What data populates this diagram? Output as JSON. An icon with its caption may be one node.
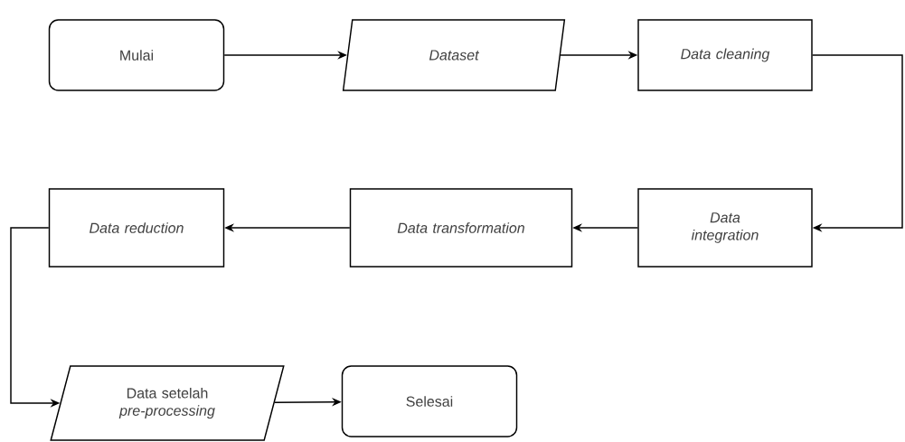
{
  "diagram": {
    "nodes": [
      {
        "text": [
          "Mulai"
        ]
      },
      {
        "text": [
          "Dataset"
        ]
      },
      {
        "text": [
          "Data cleaning"
        ]
      },
      {
        "text": [
          "Data integration"
        ]
      },
      {
        "text": [
          "Data transformation"
        ]
      },
      {
        "text": [
          "Data reduction"
        ]
      },
      {
        "text": [
          "Data setelah *pre-processing*"
        ]
      },
      {
        "text": [
          "Selesai"
        ]
      }
    ],
    "edges": [
      {
        "from": 0,
        "to": 1,
        "arrow": "to"
      },
      {
        "from": 1,
        "to": 2,
        "arrow": "to"
      },
      {
        "from": 2,
        "to": 3,
        "arrow": "to"
      },
      {
        "from": 3,
        "to": 4,
        "arrow": "to"
      },
      {
        "from": 4,
        "to": 5,
        "arrow": "to"
      },
      {
        "from": 5,
        "to": 6,
        "arrow": "to"
      },
      {
        "from": 6,
        "to": 7,
        "arrow": "to"
      }
    ]
  }
}
